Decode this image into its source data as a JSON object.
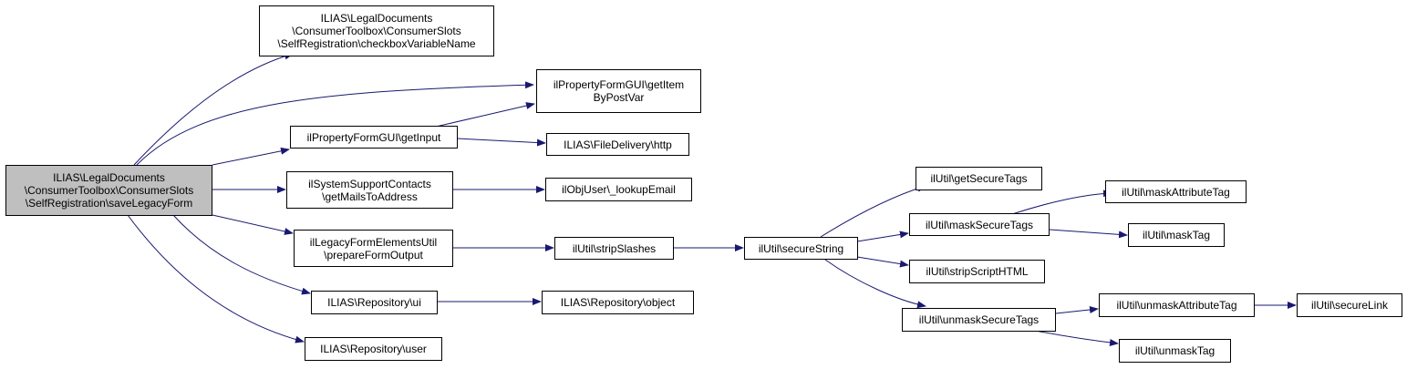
{
  "colors": {
    "edge": "#191970",
    "root_fill": "#bfbfbf",
    "node_fill": "#ffffff",
    "node_border": "#000000"
  },
  "nodes": {
    "root": {
      "lines": [
        "ILIAS\\LegalDocuments",
        "\\ConsumerToolbox\\ConsumerSlots",
        "\\SelfRegistration\\saveLegacyForm"
      ]
    },
    "checkbox": {
      "lines": [
        "ILIAS\\LegalDocuments",
        "\\ConsumerToolbox\\ConsumerSlots",
        "\\SelfRegistration\\checkboxVariableName"
      ]
    },
    "getitem": {
      "lines": [
        "ilPropertyFormGUI\\getItem",
        "ByPostVar"
      ]
    },
    "getinput": {
      "lines": [
        "ilPropertyFormGUI\\getInput"
      ]
    },
    "http": {
      "lines": [
        "ILIAS\\FileDelivery\\http"
      ]
    },
    "mails": {
      "lines": [
        "ilSystemSupportContacts",
        "\\getMailsToAddress"
      ]
    },
    "lookup": {
      "lines": [
        "ilObjUser\\_lookupEmail"
      ]
    },
    "legacy": {
      "lines": [
        "ilLegacyFormElementsUtil",
        "\\prepareFormOutput"
      ]
    },
    "strip": {
      "lines": [
        "ilUtil\\stripSlashes"
      ]
    },
    "secure": {
      "lines": [
        "ilUtil\\secureString"
      ]
    },
    "getsec": {
      "lines": [
        "ilUtil\\getSecureTags"
      ]
    },
    "masksec": {
      "lines": [
        "ilUtil\\maskSecureTags"
      ]
    },
    "maskattr": {
      "lines": [
        "ilUtil\\maskAttributeTag"
      ]
    },
    "masktag": {
      "lines": [
        "ilUtil\\maskTag"
      ]
    },
    "script": {
      "lines": [
        "ilUtil\\stripScriptHTML"
      ]
    },
    "unmasksec": {
      "lines": [
        "ilUtil\\unmaskSecureTags"
      ]
    },
    "unmaskattr": {
      "lines": [
        "ilUtil\\unmaskAttributeTag"
      ]
    },
    "securelink": {
      "lines": [
        "ilUtil\\secureLink"
      ]
    },
    "unmasktag": {
      "lines": [
        "ilUtil\\unmaskTag"
      ]
    },
    "ui": {
      "lines": [
        "ILIAS\\Repository\\ui"
      ]
    },
    "object": {
      "lines": [
        "ILIAS\\Repository\\object"
      ]
    },
    "user": {
      "lines": [
        "ILIAS\\Repository\\user"
      ]
    }
  }
}
